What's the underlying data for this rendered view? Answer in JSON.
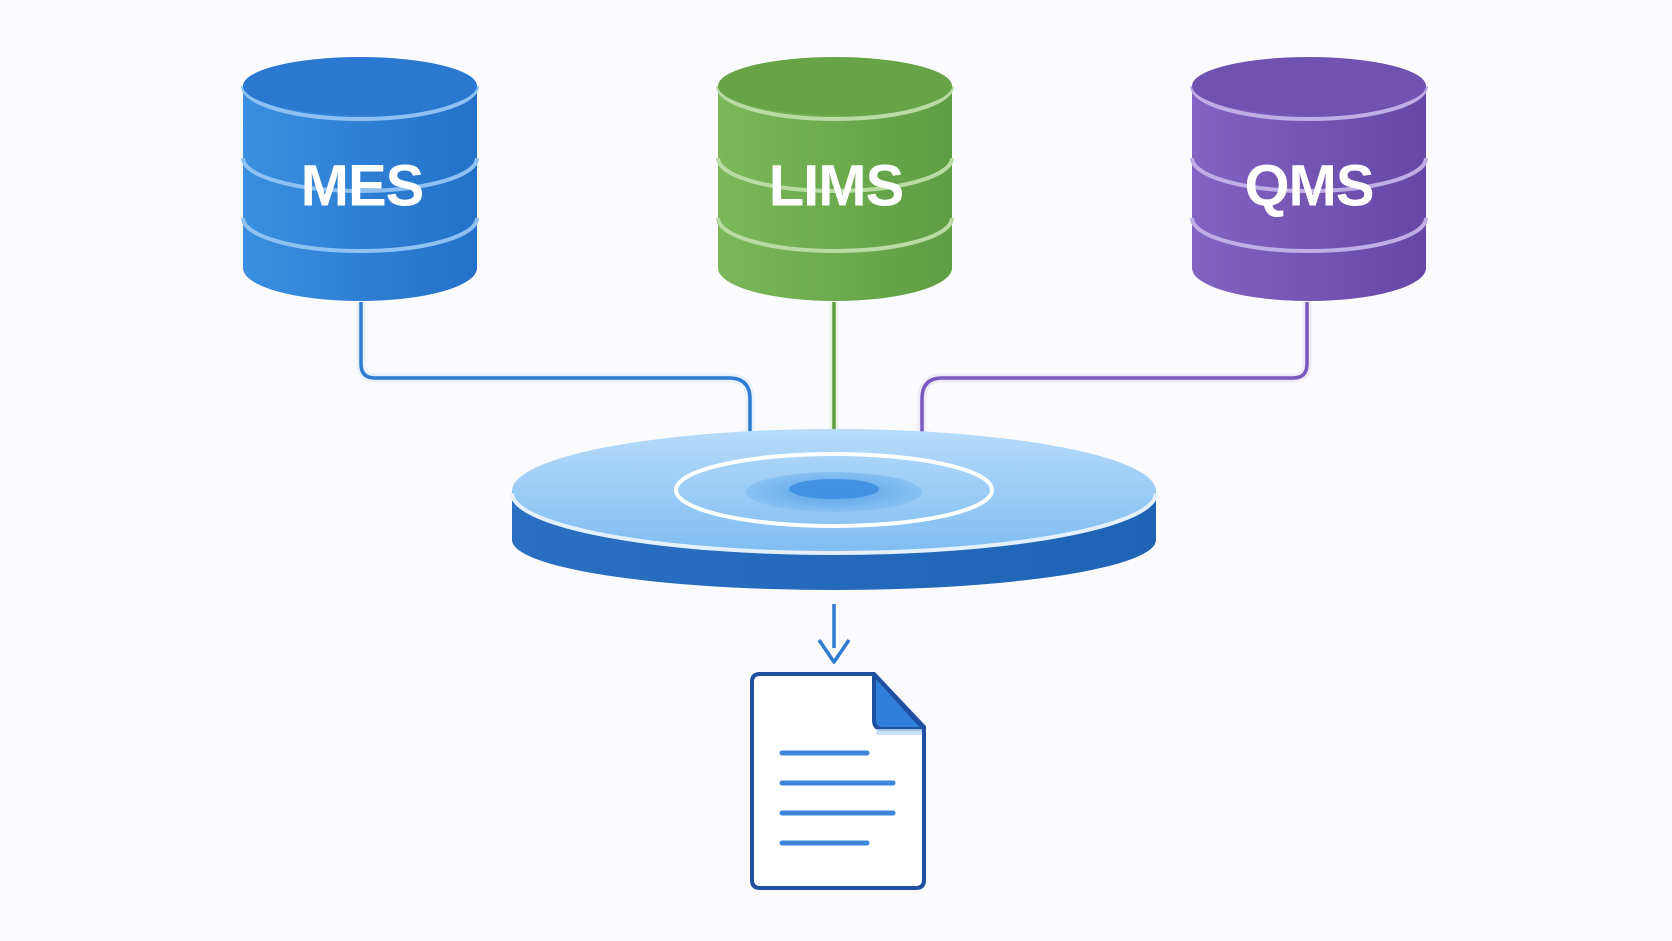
{
  "diagram": {
    "sources": [
      {
        "id": "mes",
        "label": "MES",
        "color": "#2e7fd6"
      },
      {
        "id": "lims",
        "label": "LIMS",
        "color": "#6aaa4b"
      },
      {
        "id": "qms",
        "label": "QMS",
        "color": "#7556b4"
      }
    ],
    "hub": {
      "color": "#2a74c9",
      "top_color": "#a9d2f7"
    },
    "output": {
      "icon": "document-icon",
      "color": "#1f4fa0"
    },
    "connections": [
      {
        "from": "mes",
        "to": "hub"
      },
      {
        "from": "lims",
        "to": "hub"
      },
      {
        "from": "qms",
        "to": "hub"
      },
      {
        "from": "hub",
        "to": "output"
      }
    ]
  }
}
